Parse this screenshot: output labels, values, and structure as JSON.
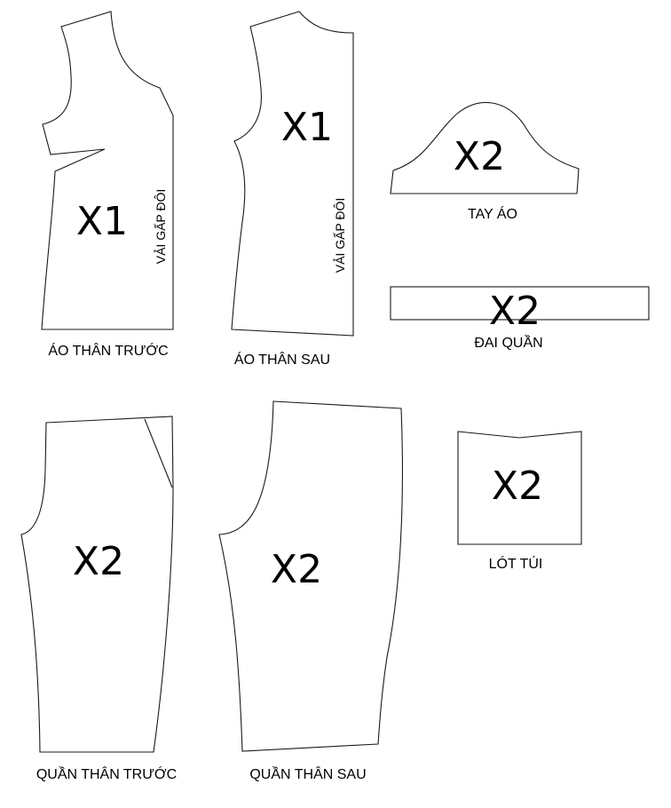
{
  "colors": {
    "outline": "#1a1a1a",
    "text": "#000000",
    "background": "#ffffff"
  },
  "fold_label": "VẢI GẤP ĐÔI",
  "pieces": {
    "front_shirt": {
      "label": "ÁO THÂN TRƯỚC",
      "quantity": "X1"
    },
    "back_shirt": {
      "label": "ÁO THÂN SAU",
      "quantity": "X1"
    },
    "sleeve": {
      "label": "TAY ÁO",
      "quantity": "X2"
    },
    "waistband": {
      "label": "ĐAI QUẦN",
      "quantity": "X2"
    },
    "pocket_lining": {
      "label": "LÓT TÚI",
      "quantity": "X2"
    },
    "front_pants": {
      "label": "QUẦN THÂN TRƯỚC",
      "quantity": "X2"
    },
    "back_pants": {
      "label": "QUẦN THÂN SAU",
      "quantity": "X2"
    }
  }
}
